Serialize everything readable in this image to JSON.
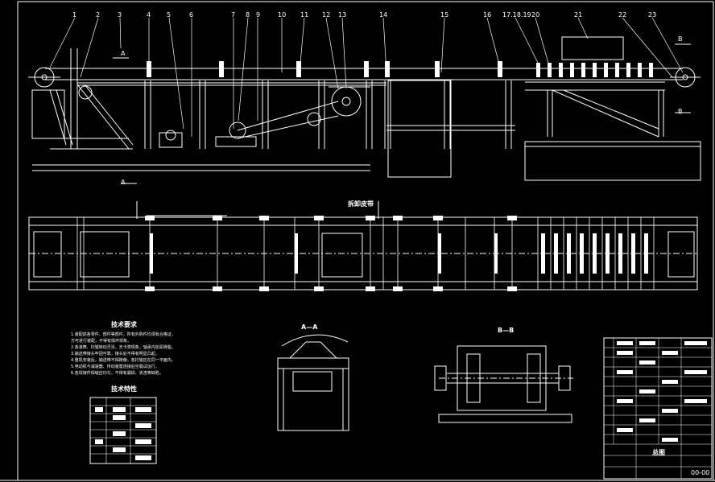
{
  "drawing": {
    "part_numbers": [
      "1",
      "2",
      "3",
      "4",
      "5",
      "6",
      "7",
      "8",
      "9",
      "10",
      "11",
      "12",
      "13",
      "14",
      "15",
      "16",
      "17.18.19",
      "20",
      "21",
      "22",
      "23"
    ],
    "section_a": "A",
    "section_b": "B",
    "plan_view_title": "拆卸皮带",
    "tech_requirements_title": "技术要求",
    "tech_data_title": "技术特性",
    "section_aa_label": "A—A",
    "section_bb_label": "B—B",
    "tech_requirements": [
      "1.装配前各零件、部件等部件，所有外购件均须有合格证，",
      "  方可进行装配，不得有损坏现象。",
      "2.各滚筒、托辊转动灵活，无卡滞现象，轴承内加润滑脂。",
      "3.输送带接头牢固可靠，接头处不得有明显凸起。",
      "4.整机安装后，输送带不得跑偏，各托辊应在同一平面内。",
      "5.电动机与减速器、传动装置连接后空载试运行。",
      "6.各焊接件焊缝应均匀，不得有漏焊、夹渣等缺陷。"
    ],
    "title_block_name": "总图",
    "title_block_drawing_no": "00-00"
  }
}
